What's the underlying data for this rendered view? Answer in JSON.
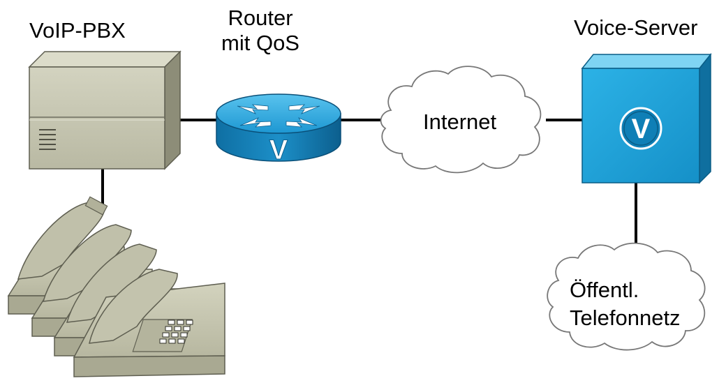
{
  "nodes": {
    "pbx": {
      "label": "VoIP-PBX"
    },
    "router": {
      "label_line1": "Router",
      "label_line2": "mit QoS"
    },
    "internet": {
      "label": "Internet"
    },
    "voice_server": {
      "label": "Voice-Server"
    },
    "pstn": {
      "label_line1": "Öffentl.",
      "label_line2": "Telefonnetz"
    }
  },
  "icons": {
    "router_symbol": "V",
    "server_symbol": "V"
  },
  "colors": {
    "pbx_face": "#c9c9b4",
    "pbx_side": "#8d8d78",
    "phone_body": "#c6c6b0",
    "router_blue": "#1e9fd9",
    "server_blue": "#1ea3d6",
    "link_line": "#000000"
  }
}
